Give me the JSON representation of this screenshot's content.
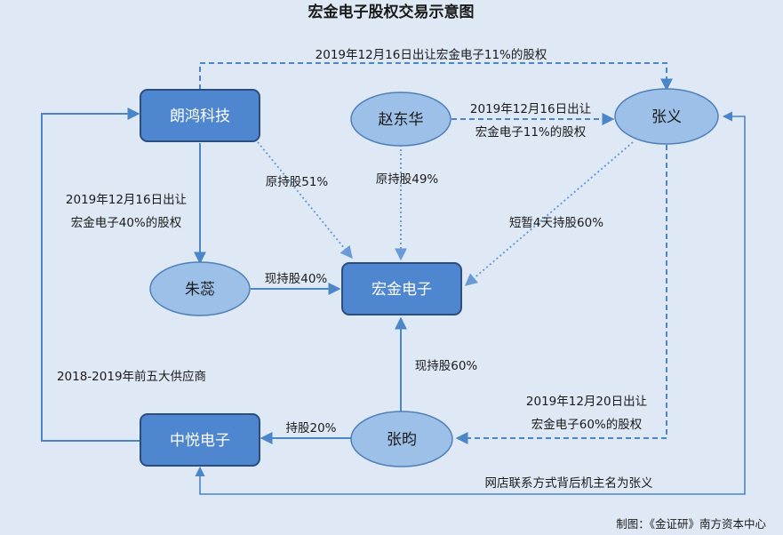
{
  "title": "宏金电子股权交易示意图",
  "credit": "制图：《金证研》南方资本中心",
  "nodes": {
    "langhong": "朗鸿科技",
    "zhaodonghua": "赵东华",
    "zhangyi": "张义",
    "zhurui": "朱蕊",
    "hongjin": "宏金电子",
    "zhongyue": "中悦电子",
    "zhangyun": "张昀"
  },
  "edges": {
    "langhong_zhangyi": "2019年12月16日出让宏金电子11%的股权",
    "zhao_zhangyi_1": "2019年12月16日出让",
    "zhao_zhangyi_2": "宏金电子11%的股权",
    "langhong_hongjin": "原持股51%",
    "zhao_hongjin": "原持股49%",
    "zhangyi_hongjin": "短暂4天持股60%",
    "langhong_zhurui_1": "2019年12月16日出让",
    "langhong_zhurui_2": "宏金电子40%的股权",
    "zhurui_hongjin": "现持股40%",
    "zhangyun_hongjin": "现持股60%",
    "zhongyue_langhong": "2018-2019年前五大供应商",
    "zhangyi_zhangyun_1": "2019年12月20日出让",
    "zhangyi_zhangyun_2": "宏金电子60%的股权",
    "zhangyun_zhongyue": "持股20%",
    "zhongyue_zhangyi": "网店联系方式背后机主名为张义"
  },
  "colors": {
    "background": "#dfe9f5",
    "box_fill": "#4f86d0",
    "box_stroke": "#2b4e7e",
    "ellipse_fill": "#9dc0e8",
    "ellipse_stroke": "#4f7fb8",
    "line": "#4a86c8"
  }
}
